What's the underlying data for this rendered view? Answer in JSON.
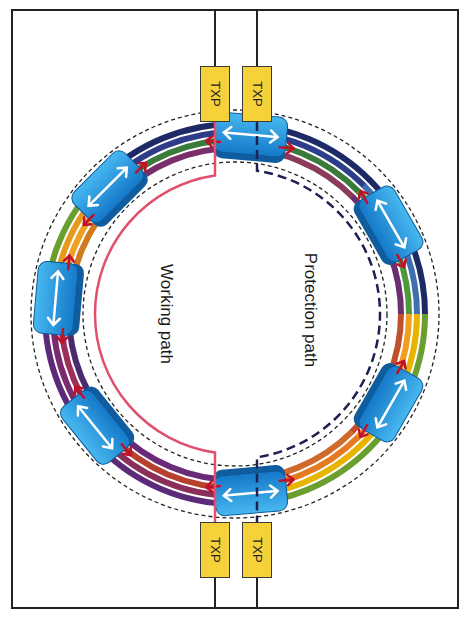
{
  "diagram": {
    "nodes": [
      {
        "text": [
          "TXP"
        ]
      },
      {
        "text": [
          "TXP"
        ]
      },
      {
        "text": [
          "TXP"
        ]
      },
      {
        "text": [
          "TXP"
        ]
      }
    ],
    "edges": [
      {
        "from": 0,
        "to": 2,
        "arrow": "none"
      },
      {
        "from": 1,
        "to": 3,
        "arrow": "none"
      }
    ],
    "labels": [
      "Working path",
      "Protection path"
    ]
  }
}
